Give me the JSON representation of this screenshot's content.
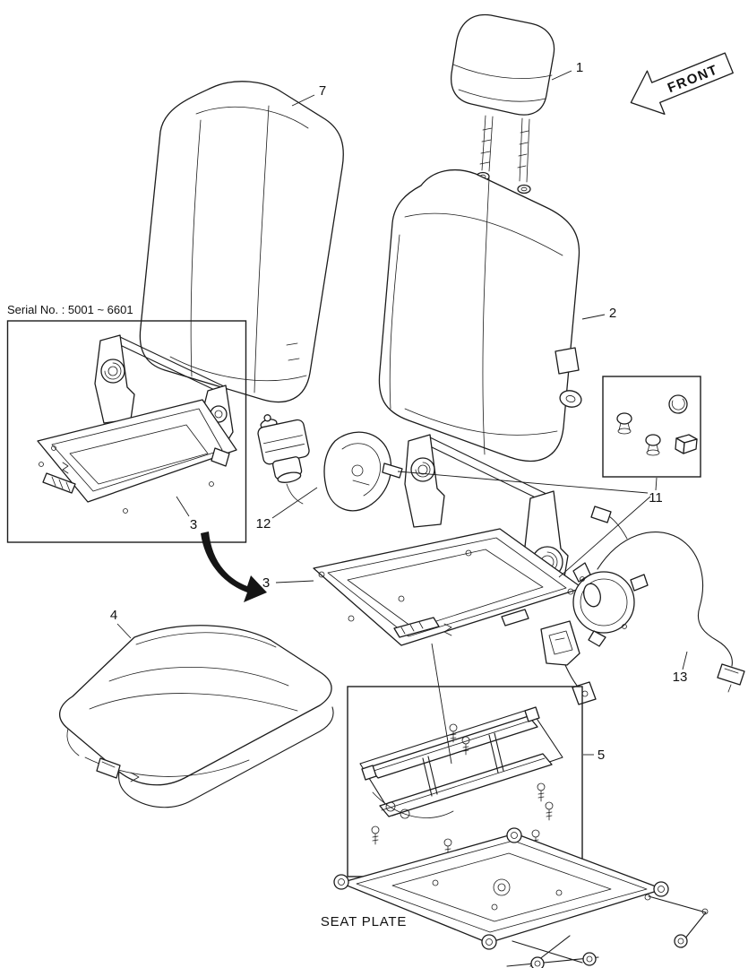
{
  "page": {
    "background": "#ffffff",
    "line_color": "#1c1c1c"
  },
  "labels": {
    "front": "FRONT",
    "seat_plate": "SEAT PLATE",
    "serial_note": "Serial No. : 5001 ~ 6601"
  },
  "callouts": {
    "headrest": "1",
    "seat_back": "2",
    "frame_inset": "3",
    "frame_main": "3",
    "cushion": "4",
    "slide_rail": "5",
    "back_cushion": "7",
    "knob_kit": "11",
    "actuator": "12",
    "harness": "13"
  }
}
